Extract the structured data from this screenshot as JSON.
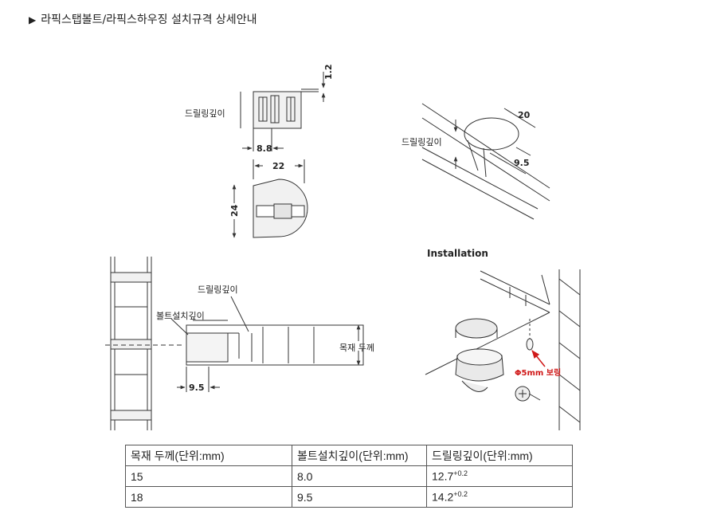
{
  "title": {
    "marker": "▶",
    "text": "라픽스탭볼트/라픽스하우징 설치규격 상세안내"
  },
  "diagram": {
    "top_left": {
      "depth_label": "드릴링깊이",
      "dim_top": "1.2",
      "dim_width": "8.8",
      "dim_diameter": "22",
      "dim_height": "24"
    },
    "top_right": {
      "depth_label": "드릴링깊이",
      "dim_20": "20",
      "dim_95": "9.5"
    },
    "bottom_left": {
      "depth_label": "드릴링깊이",
      "bolt_depth_label": "볼트설치깊이",
      "thickness_label": "목재 두께",
      "dim_95": "9.5"
    },
    "install": {
      "heading": "Installation",
      "drill_note": "Φ5mm 보링"
    }
  },
  "table": {
    "headers": [
      "목재 두께(단위:mm)",
      "볼트설치깊이(단위:mm)",
      "드릴링깊이(단위:mm)"
    ],
    "rows": [
      {
        "thickness": "15",
        "bolt": "8.0",
        "drill": "12.7",
        "tol": "+0.2"
      },
      {
        "thickness": "18",
        "bolt": "9.5",
        "drill": "14.2",
        "tol": "+0.2"
      }
    ]
  },
  "colors": {
    "line": "#333333",
    "accent_red": "#d01818"
  }
}
